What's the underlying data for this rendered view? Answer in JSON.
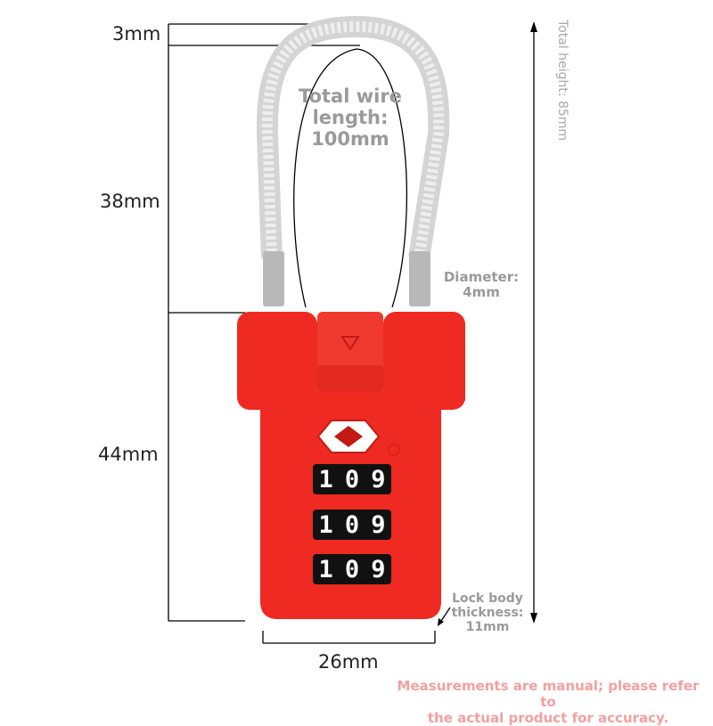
{
  "dimensions": {
    "wire_thickness": "3mm",
    "shackle_height": "38mm",
    "body_height": "44mm",
    "body_width": "26mm",
    "total_height": "Total height: 85mm"
  },
  "callouts": {
    "wire_length": [
      "Total wire",
      "length:",
      "100mm"
    ],
    "diameter": [
      "Diameter:",
      "4mm"
    ],
    "thickness": [
      "Lock body",
      "thickness:",
      "11mm"
    ]
  },
  "dials": [
    {
      "digits": [
        "1",
        "0",
        "9"
      ]
    },
    {
      "digits": [
        "1",
        "0",
        "9"
      ]
    },
    {
      "digits": [
        "1",
        "0",
        "9"
      ]
    }
  ],
  "disclaimer": [
    "Measurements are manual; please refer to",
    "the actual product for accuracy."
  ],
  "colors": {
    "lock_body": "#ee2a22",
    "callout_text": "#9a9a9a",
    "disclaimer": "#f2a0a0"
  }
}
